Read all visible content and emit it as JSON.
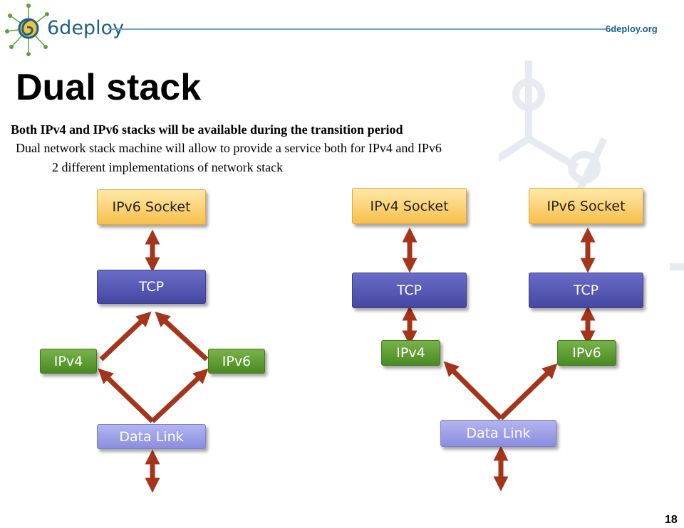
{
  "header": {
    "logo_text": "6deploy",
    "site": "6deploy.org"
  },
  "title": "Dual stack",
  "bullets": [
    "Both IPv4 and IPv6 stacks will be available during the transition period",
    "Dual network stack machine will allow to provide a service both for IPv4 and IPv6",
    "2 different implementations of network stack"
  ],
  "left_stack": {
    "socket": "IPv6 Socket",
    "tcp": "TCP",
    "ipv4": "IPv4",
    "ipv6": "IPv6",
    "datalink": "Data Link"
  },
  "right_stack": {
    "socket_v4": "IPv4 Socket",
    "socket_v6": "IPv6 Socket",
    "tcp_v4": "TCP",
    "tcp_v6": "TCP",
    "ipv4": "IPv4",
    "ipv6": "IPv6",
    "datalink": "Data Link"
  },
  "colors": {
    "arrow": "#a5351a",
    "socket": "#f7bf4c",
    "tcp": "#4547a3",
    "ip": "#4a8a22",
    "datalink": "#8a8de0",
    "header_line": "#6f9fcb"
  },
  "page_number": "18"
}
